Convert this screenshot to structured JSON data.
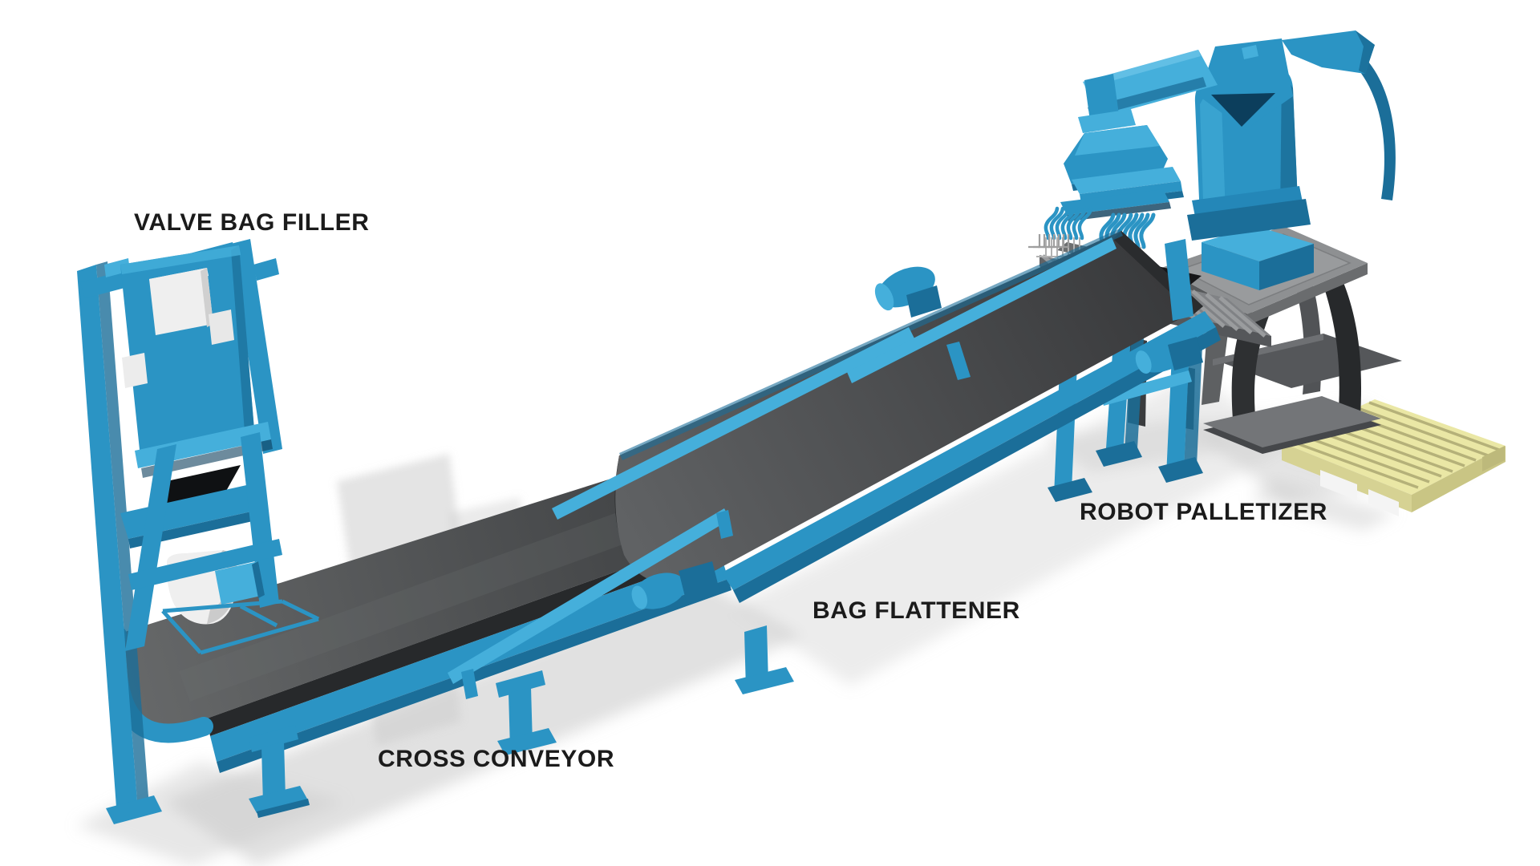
{
  "figure": {
    "type": "equipment-line-illustration",
    "background": "#ffffff",
    "description": "3D rendered bagging and palletizing line: a valve bag filler discharges onto a cross conveyor, bags travel up an incline bag flattener conveyor to a slat infeed table where a robot palletizer with a fork-type bag gripper stacks them; an empty wooden pallet sits at the right."
  },
  "labels": [
    {
      "id": "valve-bag-filler",
      "text": "VALVE BAG FILLER"
    },
    {
      "id": "cross-conveyor",
      "text": "CROSS CONVEYOR"
    },
    {
      "id": "bag-flattener",
      "text": "BAG FLATTENER"
    },
    {
      "id": "robot-palletizer",
      "text": "ROBOT PALLETIZER"
    }
  ],
  "colors": {
    "figure_bg": "#FFFFFF",
    "machine_teal": "#2B94C4",
    "machine_teal_light": "#45AFDB",
    "machine_teal_lighter": "#66C2E6",
    "machine_teal_dark": "#1B6E99",
    "machine_teal_xdark": "#0C3E5C",
    "belt_light": "#626466",
    "belt_mid": "#4A4C4E",
    "belt_dark": "#2B2D2F",
    "belt_xdark": "#1B1D1F",
    "metal_light": "#9A9C9E",
    "metal_mid": "#808285",
    "metal_dark": "#515356",
    "metal_xdark": "#323436",
    "pallet_top": "#EAE7A5",
    "pallet_side": "#D6D293",
    "pallet_side2": "#C9C584",
    "pallet_gap": "#B5B179",
    "white_part": "#EFEFEF",
    "white_shade": "#D0D0D0",
    "hopper_black": "#0F1113",
    "shadow": "#C9C9C9",
    "label_text": "#1B1B1B"
  }
}
